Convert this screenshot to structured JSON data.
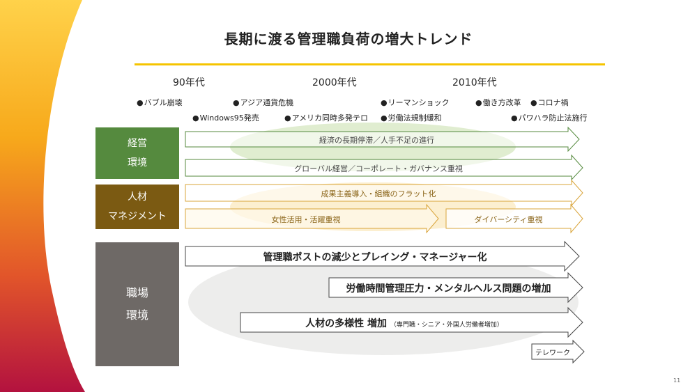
{
  "title": "長期に渡る管理職負荷の増大トレンド",
  "decades": [
    "90年代",
    "2000年代",
    "2010年代"
  ],
  "events": {
    "e1": "バブル崩壊",
    "e2": "Windows95発売",
    "e3": "アジア通貨危機",
    "e4": "アメリカ同時多発テロ",
    "e5": "リーマンショック",
    "e6": "労働法規制緩和",
    "e7": "働き方改革",
    "e8": "コロナ禍",
    "e9": "パワハラ防止法施行"
  },
  "categories": {
    "management_env": [
      "経営",
      "環境"
    ],
    "hr_management": [
      "人材",
      "マネジメント"
    ],
    "workplace_env": [
      "職場",
      "環境"
    ]
  },
  "arrows": {
    "a1": "経済の長期停滞／人手不足の進行",
    "a2": "グローバル経営／コーポレート・ガバナンス重視",
    "a3": "成果主義導入・組織のフラット化",
    "a4": "女性活用・活躍重視",
    "a5": "ダイバーシティ重視",
    "a6": "管理職ポストの減少とプレイング・マネージャー化",
    "a7": "労働時間管理圧力・メンタルヘルス問題の増加",
    "a8": "人材の多様性 増加",
    "a8_sub": "（専門職・シニア・外国人労働者増加）",
    "a9": "テレワーク"
  },
  "page_number": "11",
  "colors": {
    "accent_yellow": "#f5c400",
    "green": "#558a3e",
    "brown": "#7b5a12",
    "gray": "#6e6966",
    "green_outline": "#558a3e",
    "gold_outline": "#d9a43a"
  }
}
